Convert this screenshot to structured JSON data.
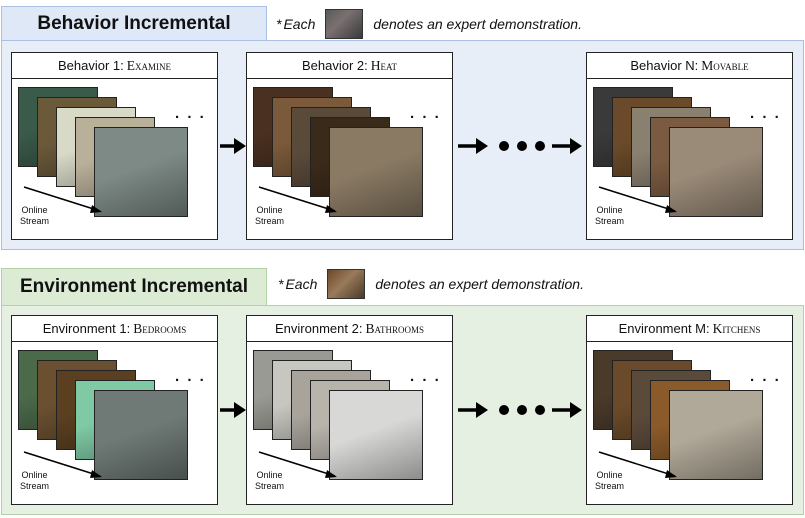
{
  "behavior": {
    "title": "Behavior Incremental",
    "note_star": "*",
    "note_each": "Each",
    "note_text": "denotes an expert demonstration.",
    "panels": [
      {
        "prefix": "Behavior 1:",
        "task": "Examine"
      },
      {
        "prefix": "Behavior 2:",
        "task": "Heat"
      },
      {
        "prefix": "Behavior N:",
        "task": "Movable"
      }
    ]
  },
  "environment": {
    "title": "Environment Incremental",
    "note_star": "*",
    "note_each": "Each",
    "note_text": "denotes an expert demonstration.",
    "panels": [
      {
        "prefix": "Environment 1:",
        "task": "Bedrooms"
      },
      {
        "prefix": "Environment 2:",
        "task": "Bathrooms"
      },
      {
        "prefix": "Environment M:",
        "task": "Kitchens"
      }
    ]
  },
  "stream_label": "Online\nStream",
  "stream_label_line1": "Online",
  "stream_label_line2": "Stream",
  "frame_dots": ". . .",
  "colors": {
    "behavior_bg": "#e8eef8",
    "behavior_border": "#a9c0e4",
    "behavior_title_bg": "#dfe8f6",
    "environment_bg": "#e6f0e2",
    "environment_border": "#b3d1a6",
    "environment_title_bg": "#dcebd4",
    "frame_palettes": {
      "b1": [
        "#3a5a4a",
        "#6b5a3a",
        "#d9d9c8",
        "#b9b09a",
        "#7d8a86"
      ],
      "b2": [
        "#4a3020",
        "#7a5a3a",
        "#5a4a3a",
        "#3a2a1a",
        "#8a7a64"
      ],
      "bn": [
        "#3a3a3a",
        "#6a4a2a",
        "#8a8070",
        "#7a5a40",
        "#9a8a78"
      ],
      "e1": [
        "#4a6a4a",
        "#6a5030",
        "#5a4020",
        "#7fc9a4",
        "#6f7a76"
      ],
      "e2": [
        "#9a9a94",
        "#c8c6c0",
        "#a8a49c",
        "#b8b4ac",
        "#d8d8d6"
      ],
      "em": [
        "#4a3a2a",
        "#6a4a2a",
        "#5a4a3a",
        "#8a5a2a",
        "#b0a898"
      ]
    }
  }
}
